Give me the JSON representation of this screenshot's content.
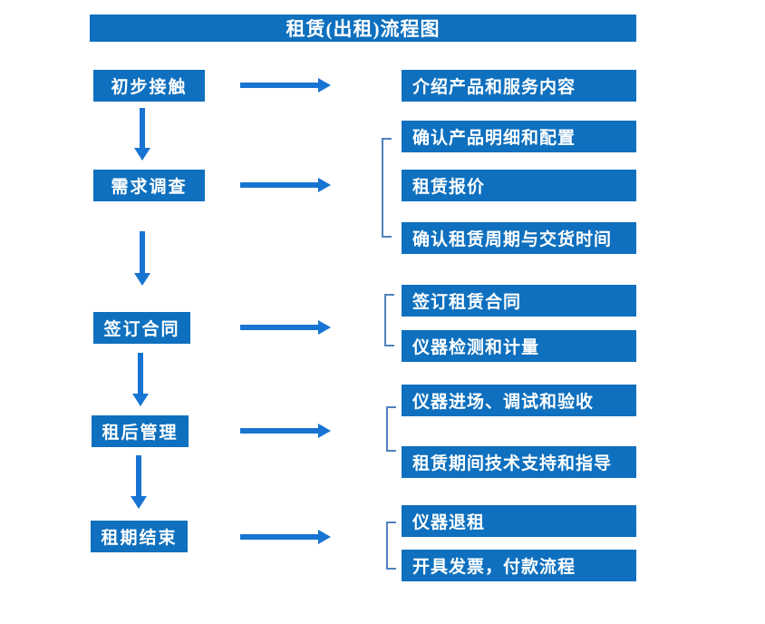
{
  "title": "租赁(出租)流程图",
  "colors": {
    "box-blue": "#0E70BE",
    "arrow-blue": "#1874D2",
    "bracket-blue": "#4F81BD",
    "text-white": "#FFFFFF",
    "bg": "#FFFFFF"
  },
  "flow": {
    "stages": [
      {
        "label": "初步接触",
        "details": [
          "介绍产品和服务内容"
        ]
      },
      {
        "label": "需求调查",
        "details": [
          "确认产品明细和配置",
          "租赁报价",
          "确认租赁周期与交货时间"
        ]
      },
      {
        "label": "签订合同",
        "details": [
          "签订租赁合同",
          "仪器检测和计量"
        ]
      },
      {
        "label": "租后管理",
        "details": [
          "仪器进场、调试和验收",
          "租赁期间技术支持和指导"
        ]
      },
      {
        "label": "租期结束",
        "details": [
          "仪器退租",
          "开具发票，付款流程"
        ]
      }
    ]
  }
}
